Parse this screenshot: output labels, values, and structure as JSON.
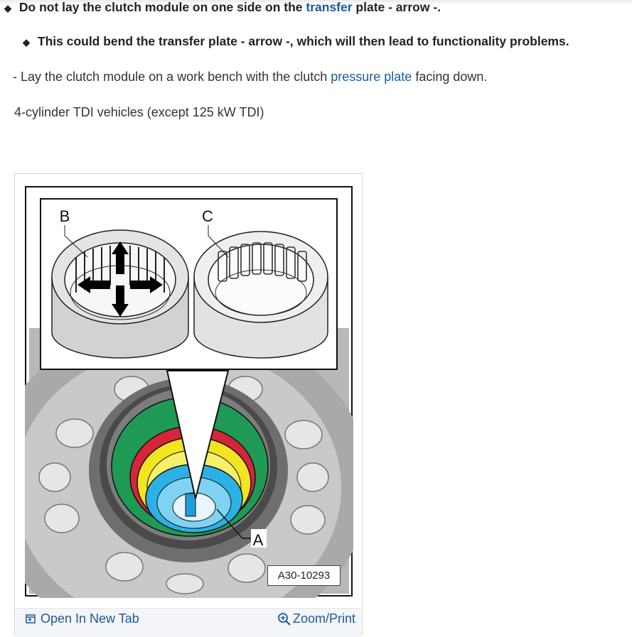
{
  "bullets": [
    {
      "pre": "Do not lay the clutch module on one side on the ",
      "link": "transfer",
      "post": " plate - arrow -."
    },
    {
      "text": "This could bend the transfer plate - arrow -, which will then lead to functionality problems."
    }
  ],
  "step": {
    "pre": "- Lay the clutch module on a work bench with the clutch ",
    "link": "pressure plate",
    "post": " facing down."
  },
  "subheading": "4-cylinder TDI vehicles (except 125 kW TDI)",
  "figure": {
    "callouts": {
      "b": "B",
      "c": "C",
      "a": "A"
    },
    "ref_code": "A30-10293",
    "open_label": "Open In New Tab",
    "zoom_label": "Zoom/Print"
  },
  "colors": {
    "link": "#1a5a9c",
    "green": "#1e9a55",
    "red": "#d6253a",
    "yellow": "#f2e420",
    "blue": "#2bb1e6"
  }
}
